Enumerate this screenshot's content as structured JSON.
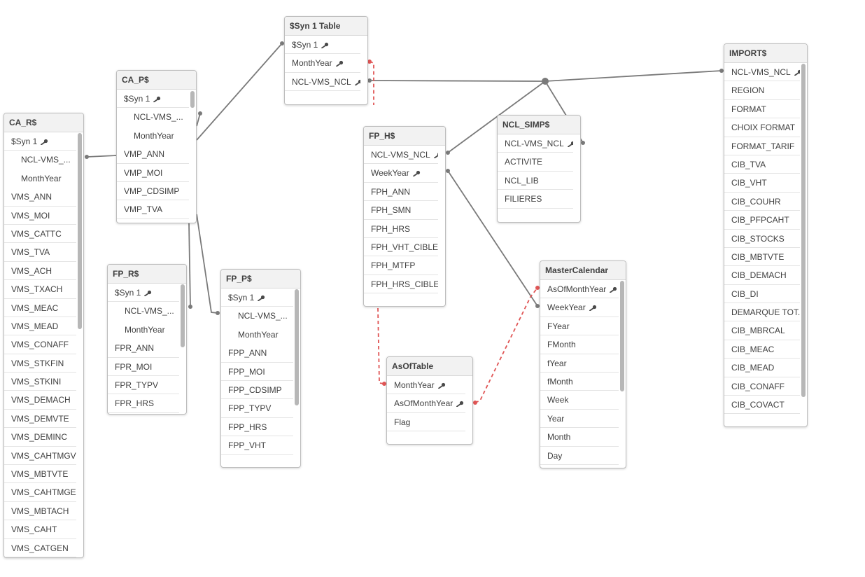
{
  "tables": [
    {
      "id": "ca_r",
      "title": "CA_R$",
      "fields": [
        {
          "label": "$Syn 1",
          "key": true
        },
        {
          "label": "NCL-VMS_...",
          "sub": true
        },
        {
          "label": "MonthYear",
          "sub": true
        },
        {
          "label": "VMS_ANN"
        },
        {
          "label": "VMS_MOI"
        },
        {
          "label": "VMS_CATTC"
        },
        {
          "label": "VMS_TVA"
        },
        {
          "label": "VMS_ACH"
        },
        {
          "label": "VMS_TXACH"
        },
        {
          "label": "VMS_MEAC"
        },
        {
          "label": "VMS_MEAD"
        },
        {
          "label": "VMS_CONAFF"
        },
        {
          "label": "VMS_STKFIN"
        },
        {
          "label": "VMS_STKINI"
        },
        {
          "label": "VMS_DEMACH"
        },
        {
          "label": "VMS_DEMVTE"
        },
        {
          "label": "VMS_DEMINC"
        },
        {
          "label": "VMS_CAHTMGV"
        },
        {
          "label": "VMS_MBTVTE"
        },
        {
          "label": "VMS_CAHTMGE"
        },
        {
          "label": "VMS_MBTACH"
        },
        {
          "label": "VMS_CAHT"
        },
        {
          "label": "VMS_CATGEN"
        }
      ]
    },
    {
      "id": "ca_p",
      "title": "CA_P$",
      "fields": [
        {
          "label": "$Syn 1",
          "key": true
        },
        {
          "label": "NCL-VMS_...",
          "sub": true
        },
        {
          "label": "MonthYear",
          "sub": true
        },
        {
          "label": "VMP_ANN"
        },
        {
          "label": "VMP_MOI"
        },
        {
          "label": "VMP_CDSIMP"
        },
        {
          "label": "VMP_TVA"
        }
      ]
    },
    {
      "id": "fp_r",
      "title": "FP_R$",
      "fields": [
        {
          "label": "$Syn 1",
          "key": true
        },
        {
          "label": "NCL-VMS_...",
          "sub": true
        },
        {
          "label": "MonthYear",
          "sub": true
        },
        {
          "label": "FPR_ANN"
        },
        {
          "label": "FPR_MOI"
        },
        {
          "label": "FPR_TYPV"
        },
        {
          "label": "FPR_HRS"
        }
      ]
    },
    {
      "id": "fp_p",
      "title": "FP_P$",
      "fields": [
        {
          "label": "$Syn 1",
          "key": true
        },
        {
          "label": "NCL-VMS_...",
          "sub": true
        },
        {
          "label": "MonthYear",
          "sub": true
        },
        {
          "label": "FPP_ANN"
        },
        {
          "label": "FPP_MOI"
        },
        {
          "label": "FPP_CDSIMP"
        },
        {
          "label": "FPP_TYPV"
        },
        {
          "label": "FPP_HRS"
        },
        {
          "label": "FPP_VHT"
        }
      ]
    },
    {
      "id": "syn1",
      "title": "$Syn 1 Table",
      "fields": [
        {
          "label": "$Syn 1",
          "key": true
        },
        {
          "label": "MonthYear",
          "key": true
        },
        {
          "label": "NCL-VMS_NCL",
          "key": true
        }
      ]
    },
    {
      "id": "fp_h",
      "title": "FP_H$",
      "fields": [
        {
          "label": "NCL-VMS_NCL",
          "key": true
        },
        {
          "label": "WeekYear",
          "key": true
        },
        {
          "label": "FPH_ANN"
        },
        {
          "label": "FPH_SMN"
        },
        {
          "label": "FPH_HRS"
        },
        {
          "label": "FPH_VHT_CIBLE"
        },
        {
          "label": "FPH_MTFP"
        },
        {
          "label": "FPH_HRS_CIBLE"
        }
      ]
    },
    {
      "id": "asof",
      "title": "AsOfTable",
      "fields": [
        {
          "label": "MonthYear",
          "key": true
        },
        {
          "label": "AsOfMonthYear",
          "key": true
        },
        {
          "label": "Flag"
        }
      ]
    },
    {
      "id": "ncl_simp",
      "title": "NCL_SIMP$",
      "fields": [
        {
          "label": "NCL-VMS_NCL",
          "key": true
        },
        {
          "label": "ACTIVITE"
        },
        {
          "label": "NCL_LIB"
        },
        {
          "label": "FILIERES"
        }
      ]
    },
    {
      "id": "master",
      "title": "MasterCalendar",
      "fields": [
        {
          "label": "AsOfMonthYear",
          "key": true
        },
        {
          "label": "WeekYear",
          "key": true
        },
        {
          "label": "FYear"
        },
        {
          "label": "FMonth"
        },
        {
          "label": "fYear"
        },
        {
          "label": "fMonth"
        },
        {
          "label": "Week"
        },
        {
          "label": "Year"
        },
        {
          "label": "Month"
        },
        {
          "label": "Day"
        }
      ]
    },
    {
      "id": "imports",
      "title": "IMPORT$",
      "fields": [
        {
          "label": "NCL-VMS_NCL",
          "key": true
        },
        {
          "label": "REGION"
        },
        {
          "label": "FORMAT"
        },
        {
          "label": "CHOIX FORMAT"
        },
        {
          "label": "FORMAT_TARIF"
        },
        {
          "label": "CIB_TVA"
        },
        {
          "label": "CIB_VHT"
        },
        {
          "label": "CIB_COUHR"
        },
        {
          "label": "CIB_PFPCAHT"
        },
        {
          "label": "CIB_STOCKS"
        },
        {
          "label": "CIB_MBTVTE"
        },
        {
          "label": "CIB_DEMACH"
        },
        {
          "label": "CIB_DI"
        },
        {
          "label": "DEMARQUE TOT."
        },
        {
          "label": "CIB_MBRCAL"
        },
        {
          "label": "CIB_MEAC"
        },
        {
          "label": "CIB_MEAD"
        },
        {
          "label": "CIB_CONAFF"
        },
        {
          "label": "CIB_COVACT"
        }
      ]
    }
  ],
  "colors": {
    "link": "#7a7a7a",
    "asof_link": "#e05555",
    "header_bg": "#f2f2f2",
    "scrollbar": "#b7b7b7"
  },
  "icons": {
    "key": "key-icon"
  }
}
